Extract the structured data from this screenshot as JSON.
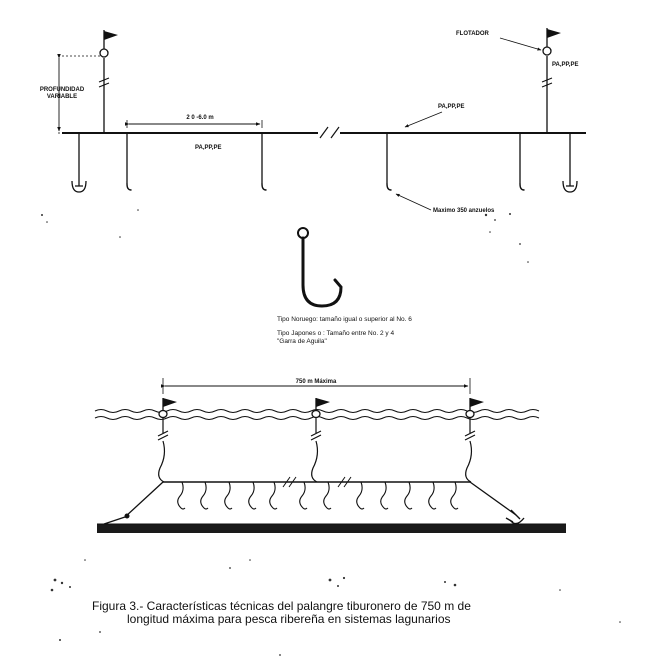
{
  "figure": {
    "top": {
      "float_label": "FLOTADOR",
      "depth_label_line1": "PROFUNDIDAD",
      "depth_label_line2": "VARIABLE",
      "spacing_label": "2 0 -6.0 m",
      "material_label_mid": "PA,PP,PE",
      "material_label_main": "PA,PP,PE",
      "material_label_float": "PA,PP,PE",
      "max_hooks_label": "Maximo 350 anzuelos"
    },
    "hook_detail": {
      "norwegian": "Tipo Noruego: tamaño igual o superior al No. 6",
      "japanese": "Tipo Japones o   : Tamaño entre No. 2 y 4",
      "eagle_claw": "\"Garra de Aguila\""
    },
    "bottom": {
      "length_label": "750 m Máxima"
    },
    "caption": {
      "line1": "Figura 3.- Características técnicas del palangre tiburonero de 750 m de",
      "line2": "longitud máxima para pesca  ribereña en sistemas lagunarios"
    }
  },
  "colors": {
    "ink": "#111111",
    "background": "#ffffff"
  },
  "icons": [
    "flag-icon",
    "float-icon",
    "anchor-icon",
    "hook-icon"
  ]
}
